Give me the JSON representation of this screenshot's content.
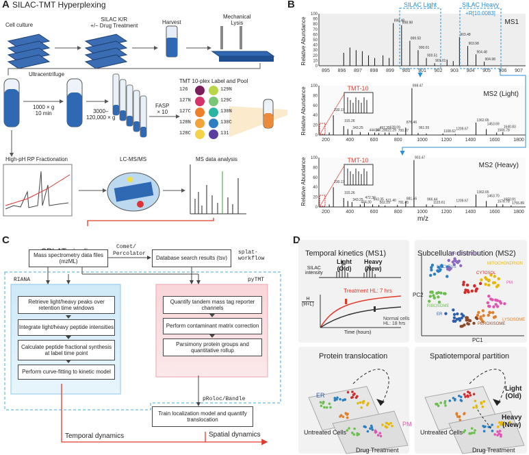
{
  "panelA": {
    "letter": "A",
    "title": "SILAC-TMT Hyperplexing",
    "steps": {
      "cell_culture": "Cell culture",
      "silac": "SILAC K/R",
      "silac2": "+/− Drug Treatment",
      "harvest": "Harvest",
      "mech1": "Mechanical",
      "mech2": "Lysis",
      "ultra": "Ultracentrifuge",
      "spin1a": "1000 × g",
      "spin1b": "10 min",
      "spin2a": "3000–",
      "spin2b": "120,000 × g",
      "fasp1": "FASP",
      "fasp2": "× 10",
      "tmt": "TMT 10-plex Label and Pool",
      "hph": "High-pH RP Fractionation",
      "lcms": "LC-MS/MS",
      "msda": "MS data analysis"
    },
    "tmt_left": [
      "126",
      "127N",
      "127C",
      "128N",
      "128C"
    ],
    "tmt_right": [
      "129N",
      "129C",
      "130N",
      "130C",
      "131"
    ],
    "tmt_colors_left": [
      "#7a1f5c",
      "#d6336c",
      "#ef7f2a",
      "#f2a33a",
      "#f6d24a"
    ],
    "tmt_colors_right": [
      "#b9d64a",
      "#7cc576",
      "#2bb3a3",
      "#2e7fc1",
      "#5b3fa0"
    ]
  },
  "panelB": {
    "letter": "B",
    "ylabel": "Relative Abundance",
    "xlabel": "m/z",
    "ms1": {
      "label": "MS1",
      "light": "SILAC Light",
      "heavy": "SILAC Heavy",
      "heavy2": "+R[10.0083]",
      "yticks": [
        "100",
        "90",
        "80",
        "70",
        "60",
        "50",
        "40",
        "30",
        "20",
        "10",
        "0"
      ],
      "xticks": [
        "895",
        "896",
        "897",
        "898",
        "899",
        "900",
        "901",
        "902",
        "903",
        "904",
        "905",
        "906",
        "907"
      ],
      "peak_labels": [
        "898.48",
        "898.98",
        "899.50",
        "900.01",
        "900.51",
        "901.01",
        "903.48",
        "903.98",
        "904.48",
        "904.98"
      ]
    },
    "ms2l": {
      "label": "MS2 (Light)",
      "tmt": "TMT-10",
      "yticks": [
        "100",
        "80",
        "60",
        "40",
        "20",
        "0"
      ],
      "xticks": [
        "200",
        "400",
        "600",
        "800",
        "1000",
        "1200",
        "1400",
        "1600",
        "1800"
      ],
      "peak_labels": [
        "898.47",
        "230.17",
        "343.25",
        "315.26",
        "444.30",
        "876.46",
        "547.28",
        "497.35",
        "522.29",
        "628.09",
        "700.37",
        "961.55",
        "1108.62",
        "1209.67",
        "1362.65",
        "1453.69",
        "1566.78",
        "1640.83"
      ]
    },
    "ms2h": {
      "label": "MS2 (Heavy)",
      "tmt": "TMT-10",
      "yticks": [
        "100",
        "80",
        "60",
        "40",
        "20",
        "0"
      ],
      "xticks": [
        "200",
        "400",
        "600",
        "800",
        "1000",
        "1200",
        "1400",
        "1600",
        "1800"
      ],
      "peak_labels": [
        "903.47",
        "230.17",
        "343.25",
        "315.26",
        "444.30",
        "472.30",
        "881.46",
        "543.35",
        "502.29",
        "571.40",
        "791.45",
        "966.44",
        "1115.61",
        "1209.67",
        "1362.65",
        "1463.70",
        "1576.78",
        "1650.81",
        "1755.89"
      ]
    }
  },
  "panelC": {
    "letter": "C",
    "title": "SPLAT pipeline",
    "mzml": "Mass spectrometry data files (mzML)",
    "comet1": "Comet/",
    "comet2": "Percolator",
    "db": "Database search results (tsv)",
    "splat1": "splat-",
    "splat2": "workflow",
    "riana": "RIANA",
    "pytmt": "pyTMT",
    "riana_steps": [
      "Retrieve light/heavy peaks over retention time windows",
      "Integrate light/heavy peptide intensities",
      "Calculate peptide fractional synthesis at label time point",
      "Perform curve-fitting to kinetic model"
    ],
    "pytmt_steps": [
      "Quantify tandem mass tag reporter channels",
      "Perform contaminant matrix correction",
      "Parsimony protein groups and quantitative rollup"
    ],
    "proloc": "pRoloc/Bandle",
    "train": "Train localization model and quantify translocation",
    "temporal": "Temporal dynamics",
    "spatial": "Spatial dynamics"
  },
  "panelD": {
    "letter": "D",
    "tk_title": "Temporal kinetics (MS1)",
    "sd_title": "Subcellular distribution (MS2)",
    "pt_title": "Protein translocation",
    "sp_title": "Spatiotemporal partition",
    "silac_int1": "SILAC",
    "silac_int2": "intensity",
    "light1": "Light",
    "light2": "(Old)",
    "heavy1": "Heavy",
    "heavy2": "(New)",
    "treat": "Treatment HL: 7 hrs",
    "normal1": "Normal cells",
    "normal2": "HL: 18 hrs",
    "hfrac1": "H",
    "hfrac2": "(H+L)",
    "time": "Time (hours)",
    "pc1": "PC1",
    "pc2": "PC2",
    "organelles": [
      "PROTEASOME",
      "NUCLEUS",
      "MITOCHONDRION",
      "CYTOSOL",
      "RIBOSOME",
      "PM",
      "ER",
      "LYSOSOME",
      "PEROXISOME"
    ],
    "organelle_colors": [
      "#8e6bbf",
      "#2a7fc1",
      "#e6b800",
      "#d12b2b",
      "#6cbf4f",
      "#e055b0",
      "#2e5fa8",
      "#e0802b",
      "#8b4a2b"
    ],
    "er": "ER",
    "pm": "PM",
    "untreated": "Untreated Cells",
    "drug": "Drug Treatment",
    "untreated2": "Untreated Cells",
    "drug2": "Drug Treatment",
    "light_old1": "Light",
    "light_old2": "(Old)",
    "heavy_new1": "Heavy",
    "heavy_new2": "(New)"
  }
}
